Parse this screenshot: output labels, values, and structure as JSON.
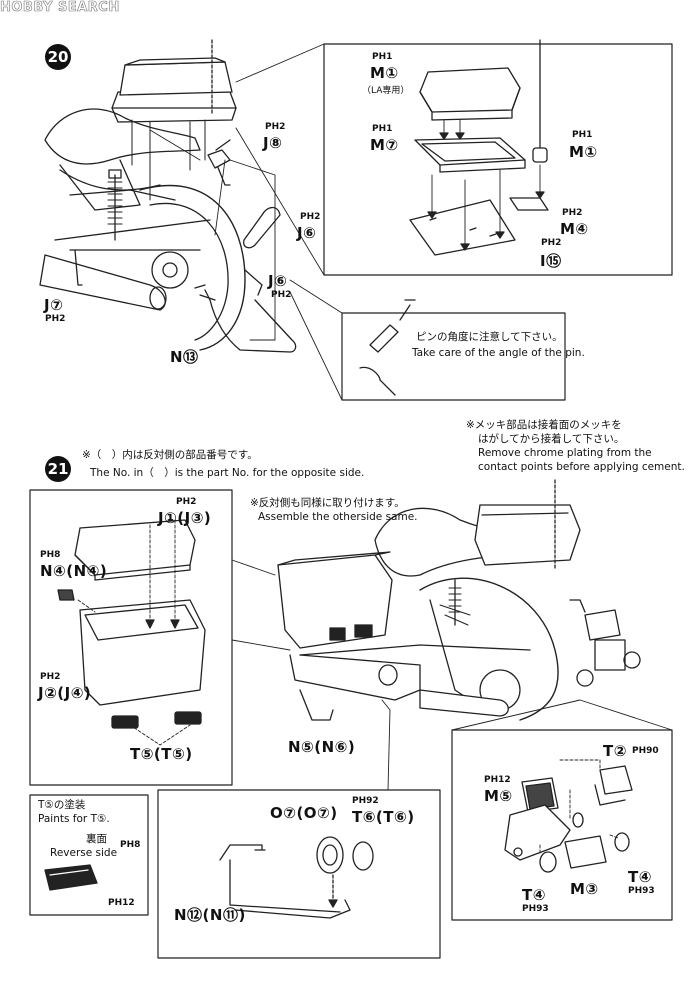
{
  "watermark": "HOBBY SEARCH",
  "step20": {
    "number": "20",
    "labels": {
      "ph2_j8": "PH2",
      "j8": "J⑧",
      "ph2_j6a": "PH2",
      "j6a": "J⑥",
      "j6b": "J⑥",
      "ph2_j6b": "PH2",
      "j7": "J⑦",
      "ph2_j7": "PH2",
      "n13": "N⑬"
    },
    "inset": {
      "ph1_m1a": "PH1",
      "m1a": "M①",
      "la_note": "（LA専用）",
      "ph1_m7": "PH1",
      "m7": "M⑦",
      "ph1_m1b": "PH1",
      "m1b": "M①",
      "ph2_m4": "PH2",
      "m4": "M④",
      "ph2_i15": "PH2",
      "i15": "I⑮"
    },
    "pin_note_jp": "ピンの角度に注意して下さい。",
    "pin_note_en": "Take care of the angle of the pin."
  },
  "chrome_note": {
    "jp1": "※メッキ部品は接着面のメッキを",
    "jp2": "はがしてから接着して下さい。",
    "en1": "Remove chrome plating from the",
    "en2": "contact points before applying cement."
  },
  "step21": {
    "number": "21",
    "note_jp": "※（　）内は反対側の部品番号です。",
    "note_en": "The No. in（　）is the part No. for the opposite side.",
    "otherside_jp": "※反対側も同様に取り付けます。",
    "otherside_en": "Assemble the otherside same.",
    "left_box": {
      "ph2_j1": "PH2",
      "j1": "J①(J③)",
      "ph8_n4": "PH8",
      "n4": "N④(N④)",
      "ph2_j2": "PH2",
      "j2": "J②(J④)",
      "t5": "T⑤(T⑤)"
    },
    "n5": "N⑤(N⑥)",
    "paint_box": {
      "title": "T⑤の塗装",
      "title_en": "Paints for T⑤.",
      "reverse_jp": "裏面",
      "reverse_en": "Reverse side",
      "ph8": "PH8",
      "ph12": "PH12"
    },
    "bottom_box": {
      "o7": "O⑦(O⑦)",
      "ph92": "PH92",
      "t6": "T⑥(T⑥)",
      "n12": "N⑫(N⑪)"
    },
    "right_box": {
      "t2": "T②",
      "ph90": "PH90",
      "ph12": "PH12",
      "m5": "M⑤",
      "t4a": "T④",
      "ph93a": "PH93",
      "m3": "M③",
      "t4b": "T④",
      "ph93b": "PH93"
    }
  }
}
